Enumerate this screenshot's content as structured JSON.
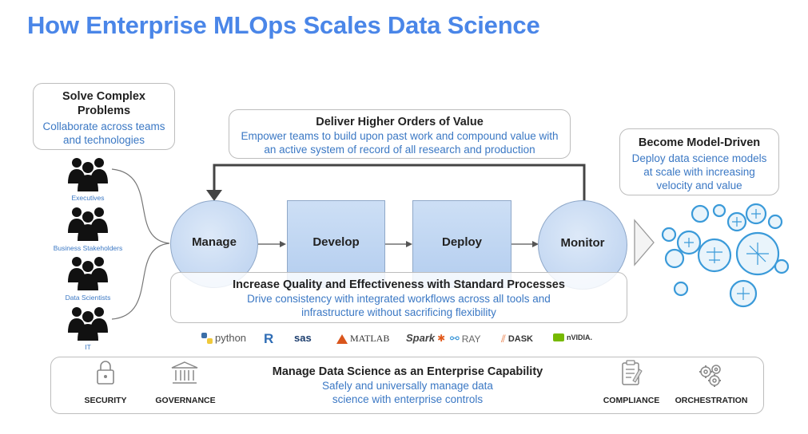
{
  "title": "How Enterprise MLOps Scales Data Science",
  "solve": {
    "heading": "Solve Complex Problems",
    "body": "Collaborate across teams and technologies"
  },
  "roles": [
    "Executives",
    "Business Stakeholders",
    "Data Scientists",
    "IT"
  ],
  "deliver": {
    "heading": "Deliver Higher Orders of Value",
    "body": "Empower teams to build upon past work and compound value with an active system of record of all research and production"
  },
  "model_driven": {
    "heading": "Become Model-Driven",
    "body": "Deploy data science models at scale with increasing velocity and value"
  },
  "stages": [
    "Manage",
    "Develop",
    "Deploy",
    "Monitor"
  ],
  "quality": {
    "heading": "Increase Quality and Effectiveness with Standard Processes",
    "body": "Drive consistency with integrated workflows across all tools and infrastructure without sacrificing flexibility"
  },
  "tools": [
    "python",
    "R",
    "sas",
    "MATLAB",
    "Spark",
    "RAY",
    "DASK",
    "nVIDIA."
  ],
  "enterprise": {
    "heading": "Manage Data Science as an Enterprise Capability",
    "body": "Safely and universally manage data science with enterprise controls"
  },
  "capabilities": [
    "SECURITY",
    "GOVERNANCE",
    "COMPLIANCE",
    "ORCHESTRATION"
  ],
  "colors": {
    "title": "#4a86e8",
    "accent_text": "#3b78c4",
    "stage_fill": "#c3d7f2",
    "border": "#bdbdbd"
  }
}
